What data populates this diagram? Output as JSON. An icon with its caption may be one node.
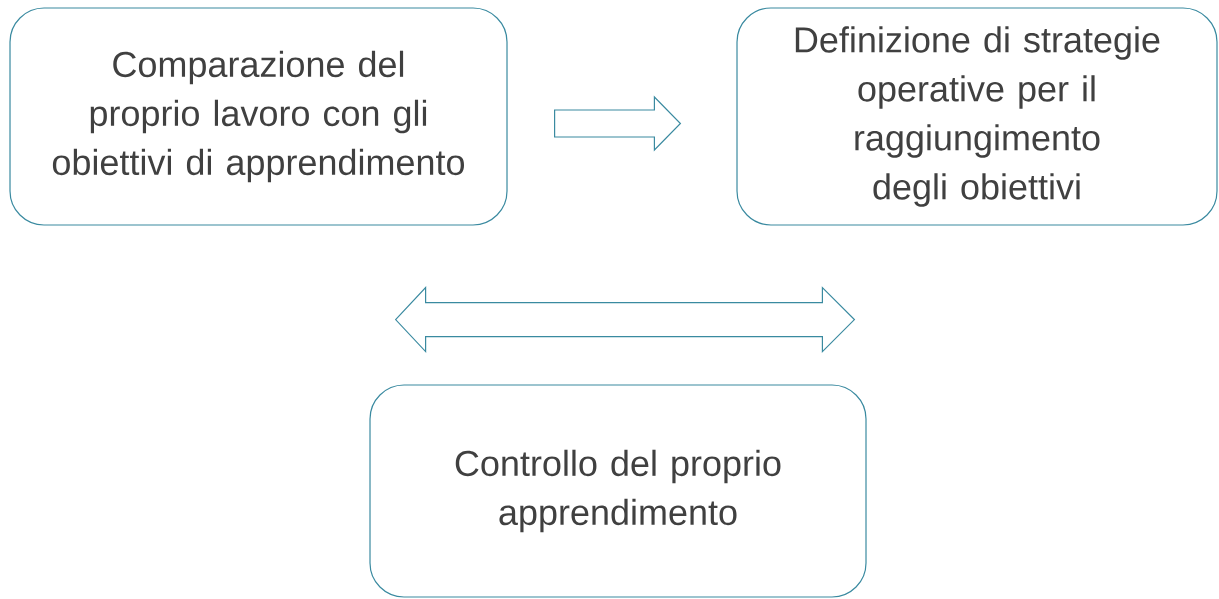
{
  "diagram": {
    "nodes": [
      {
        "text": [
          "Comparazione del proprio lavoro con gli obiettivi di apprendimento"
        ]
      },
      {
        "text": [
          "Definizione di strategie operative per il raggiungimento degli obiettivi"
        ]
      },
      {
        "text": [
          "Controllo del proprio apprendimento"
        ]
      }
    ],
    "edges": [
      {
        "from": 0,
        "to": 1,
        "arrow": "to"
      },
      {
        "from": 0,
        "to": 1,
        "arrow": "both"
      }
    ]
  }
}
